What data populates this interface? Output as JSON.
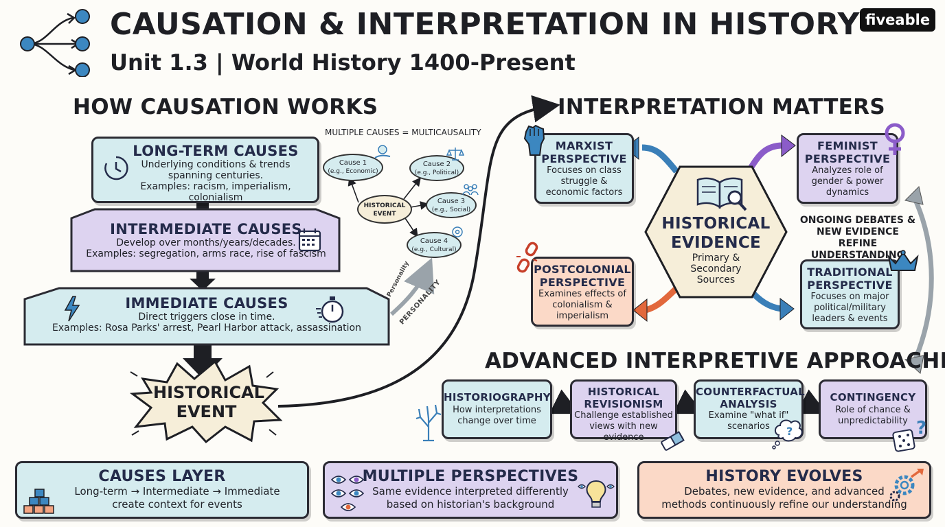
{
  "header": {
    "title": "CAUSATION & INTERPRETATION IN HISTORY",
    "subtitle": "Unit 1.3 | World History 1400-Present",
    "brand": "fiveable"
  },
  "causation": {
    "heading": "HOW CAUSATION WORKS",
    "long_term": {
      "title": "LONG-TERM CAUSES",
      "line1": "Underlying conditions & trends",
      "line2": "spanning centuries.",
      "line3": "Examples: racism, imperialism, colonialism"
    },
    "intermediate": {
      "title": "INTERMEDIATE CAUSES",
      "line1": "Develop over months/years/decades.",
      "line2": "Examples: segregation, arms race, rise of fascism"
    },
    "immediate": {
      "title": "IMMEDIATE CAUSES",
      "line1": "Direct triggers close in time.",
      "line2": "Examples: Rosa Parks' arrest, Pearl Harbor attack, assassination"
    },
    "event": {
      "line1": "HISTORICAL",
      "line2": "EVENT"
    }
  },
  "multicausality": {
    "label": "MULTIPLE CAUSES = MULTICAUSALITY",
    "center": {
      "line1": "HISTORICAL",
      "line2": "EVENT"
    },
    "causes": [
      {
        "name": "Cause 1",
        "sub": "(e.g., Economic)"
      },
      {
        "name": "Cause 2",
        "sub": "(e.g., Political)"
      },
      {
        "name": "Cause 3",
        "sub": "(e.g., Social)"
      },
      {
        "name": "Cause 4",
        "sub": "(e.g., Cultural)"
      }
    ],
    "personality1": "Personality",
    "personality2": "PERSONALITY"
  },
  "interpretation": {
    "heading": "INTERPRETATION MATTERS",
    "marxist": {
      "title1": "MARXIST",
      "title2": "PERSPECTIVE",
      "line1": "Focuses on class",
      "line2": "struggle &",
      "line3": "economic factors"
    },
    "feminist": {
      "title1": "FEMINIST",
      "title2": "PERSPECTIVE",
      "line1": "Analyzes role of",
      "line2": "gender & power",
      "line3": "dynamics"
    },
    "postcolonial": {
      "title1": "POSTCOLONIAL",
      "title2": "PERSPECTIVE",
      "line1": "Examines effects of",
      "line2": "colonialism &",
      "line3": "imperialism"
    },
    "traditional": {
      "title1": "TRADITIONAL",
      "title2": "PERSPECTIVE",
      "line1": "Focuses on major",
      "line2": "political/military",
      "line3": "leaders & events"
    },
    "evidence": {
      "title1": "HISTORICAL",
      "title2": "EVIDENCE",
      "line1": "Primary &",
      "line2": "Secondary",
      "line3": "Sources"
    },
    "debates": {
      "line1": "ONGOING DEBATES &",
      "line2": "NEW EVIDENCE REFINE",
      "line3": "UNDERSTANDING"
    }
  },
  "advanced": {
    "heading": "ADVANCED INTERPRETIVE APPROACHES",
    "items": [
      {
        "title1": "HISTORIOGRAPHY",
        "title2": "",
        "line1": "How interpretations",
        "line2": "change over time"
      },
      {
        "title1": "HISTORICAL",
        "title2": "REVISIONISM",
        "line1": "Challenge established",
        "line2": "views with new evidence"
      },
      {
        "title1": "COUNTERFACTUAL",
        "title2": "ANALYSIS",
        "line1": "Examine \"what if\"",
        "line2": "scenarios"
      },
      {
        "title1": "CONTINGENCY",
        "title2": "",
        "line1": "Role of chance &",
        "line2": "unpredictability"
      }
    ]
  },
  "summary": {
    "causes_layer": {
      "title": "CAUSES LAYER",
      "line1": "Long-term → Intermediate → Immediate",
      "line2": "create context for events"
    },
    "perspectives": {
      "title": "MULTIPLE PERSPECTIVES",
      "line1": "Same evidence interpreted differently",
      "line2": "based on historian's background"
    },
    "evolves": {
      "title": "HISTORY EVOLVES",
      "line1": "Debates, new evidence, and advanced",
      "line2": "methods continuously refine our understanding"
    }
  },
  "colors": {
    "teal": "#d5ecef",
    "lavender": "#ddd3f0",
    "peach": "#fbd9c7",
    "cream": "#f6eed9",
    "blue_arrow": "#3a7fb8",
    "purple_arrow": "#8b5cc9",
    "orange_arrow": "#e2683c",
    "gray_arrow": "#9aa3aa"
  },
  "icons": [
    "network-icon",
    "clock-icon",
    "calendar-icon",
    "lightning-icon",
    "stopwatch-icon",
    "fist-icon",
    "female-symbol-icon",
    "broken-chain-icon",
    "crown-icon",
    "book-magnifier-icon",
    "tree-icon",
    "eraser-icon",
    "thought-bubble-icon",
    "dice-icon",
    "blocks-icon",
    "eyes-icon",
    "lightbulb-icon",
    "gears-icon"
  ]
}
